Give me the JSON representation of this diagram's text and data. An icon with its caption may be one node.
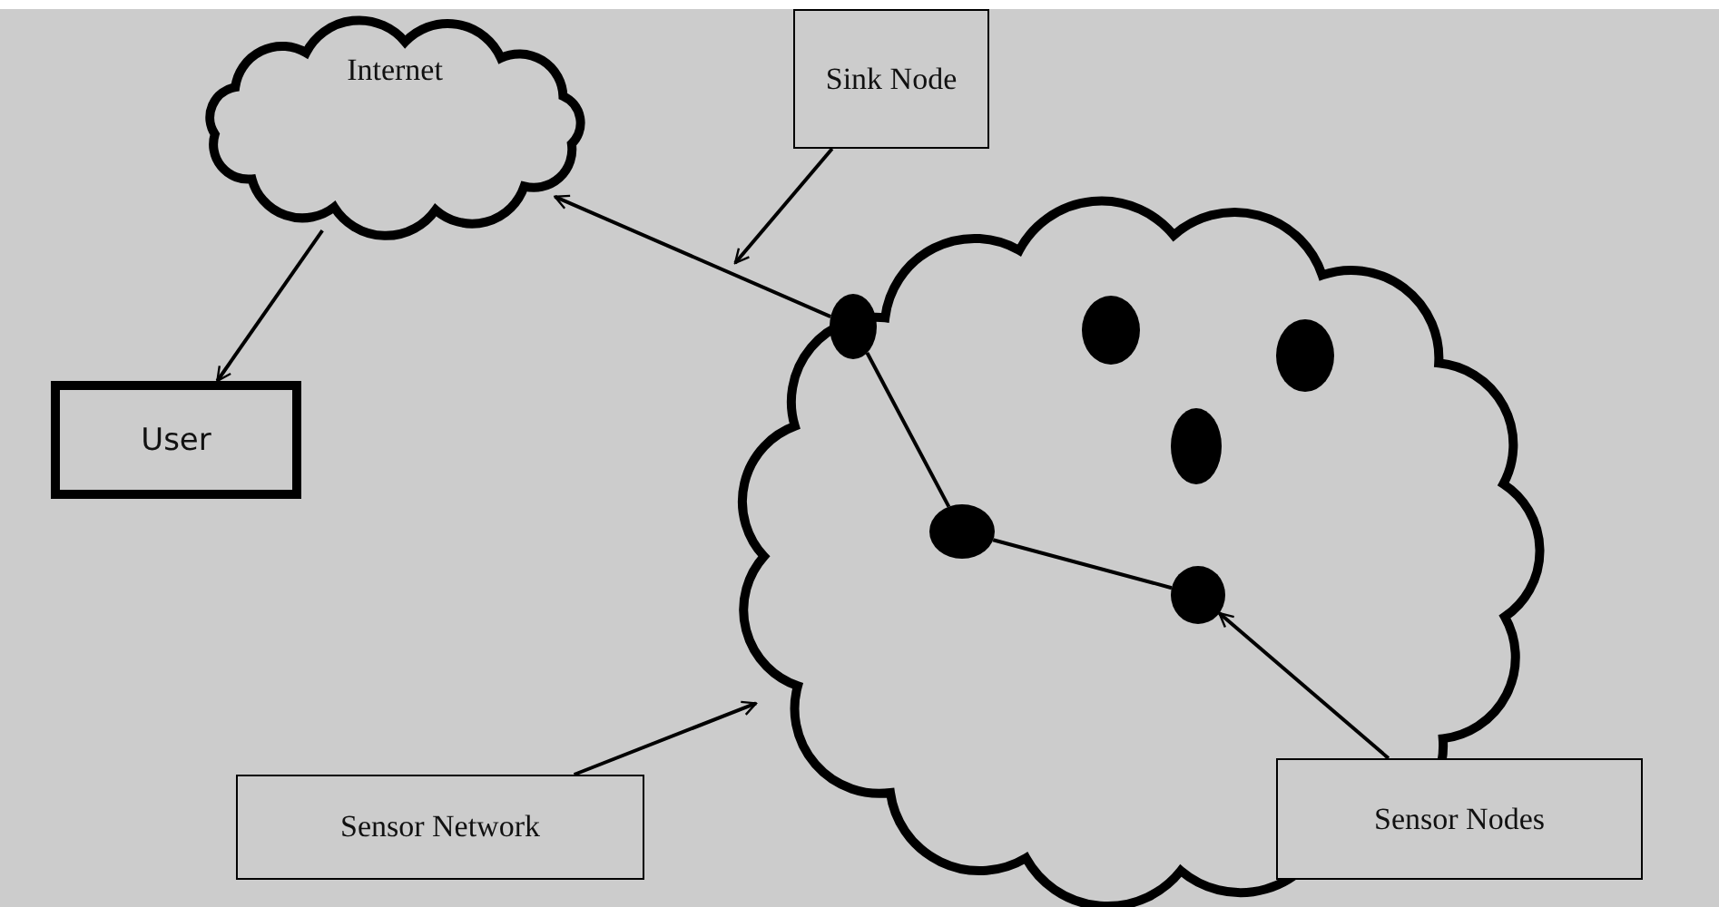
{
  "diagram": {
    "nodes": [
      {
        "text": [
          "Internet"
        ]
      },
      {
        "text": [
          "User"
        ]
      },
      {
        "text": [
          "Sink Node"
        ]
      },
      {
        "text": [],
        "shape": "cloud"
      },
      {
        "text": [],
        "shape": "circle",
        "in": 3
      },
      {
        "text": [],
        "shape": "circle",
        "in": 3
      },
      {
        "text": [],
        "shape": "circle",
        "in": 3
      },
      {
        "text": [],
        "shape": "circle",
        "in": 3
      },
      {
        "text": [],
        "shape": "circle",
        "in": 3
      },
      {
        "text": [],
        "shape": "circle",
        "in": 3
      },
      {
        "text": [
          "Sensor Network"
        ]
      },
      {
        "text": [
          "Sensor Nodes"
        ]
      }
    ],
    "edges": [
      {
        "from": 0,
        "to": 1,
        "arrow": "to"
      },
      {
        "from": 4,
        "to": 0,
        "arrow": "to"
      },
      {
        "from": 2,
        "to": null,
        "arrow": "to"
      },
      {
        "from": 4,
        "to": 8,
        "arrow": "none"
      },
      {
        "from": 8,
        "to": 9,
        "arrow": "none"
      },
      {
        "from": 10,
        "to": 3,
        "arrow": "to"
      },
      {
        "from": 11,
        "to": 9,
        "arrow": "to"
      }
    ]
  }
}
